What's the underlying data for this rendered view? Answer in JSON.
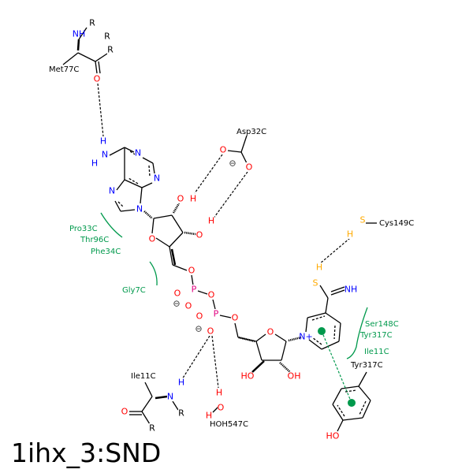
{
  "title": "1ihx_3:SND",
  "colors": {
    "oxygen": "#ff0000",
    "nitrogen": "#0000ff",
    "phosphorus": "#e0007f",
    "sulfur": "#ffaa00",
    "contact": "#00994c",
    "bond": "#000000"
  },
  "residues": {
    "met77": "Met77C",
    "asp32": "Asp32C",
    "cys149": "Cys149C",
    "ile11": "Ile11C",
    "hoh547": "HOH547C",
    "tyr317": "Tyr317C"
  },
  "contacts": [
    "Pro33C",
    "Thr96C",
    "Phe34C",
    "Gly7C",
    "Ser148C",
    "Tyr317C",
    "Ile11C"
  ],
  "atom_labels": [
    "NH",
    "R",
    "R",
    "O",
    "H",
    "N",
    "H",
    "N",
    "N",
    "N",
    "N",
    "O",
    "H",
    "O",
    "H",
    "O",
    "O",
    "P",
    "O",
    "O",
    "O",
    "P",
    "O",
    "O",
    "O",
    "O",
    "HO",
    "OH",
    "N+",
    "S",
    "H",
    "NH",
    "S",
    "H",
    "HO",
    "N",
    "H",
    "R",
    "O",
    "R",
    "H",
    "O",
    "H",
    "O",
    "O",
    "R",
    "⊖",
    "⊖",
    "⊖"
  ]
}
